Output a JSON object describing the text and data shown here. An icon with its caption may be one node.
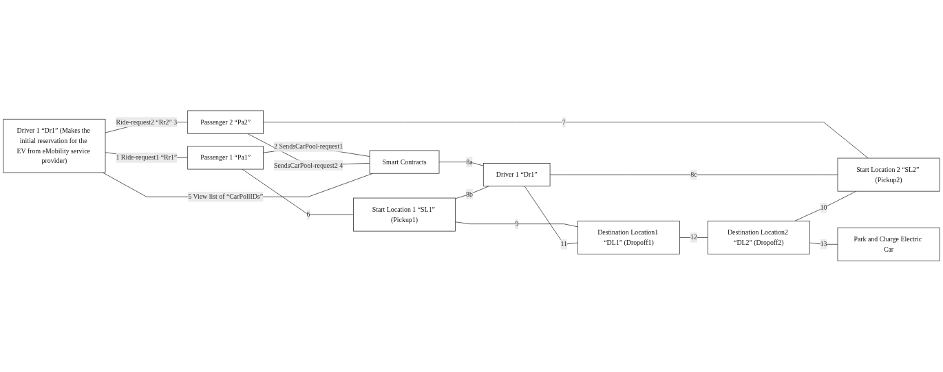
{
  "diagram": {
    "nodes": [
      {
        "text": [
          "Passenger 1 “Pa1”"
        ]
      },
      {
        "text": [
          "Start Location 1 “SL1” (Pickup1)"
        ]
      },
      {
        "text": [
          "Driver 1 “Dr1” (Makes the initial reservation for the EV from eMobility service provider)"
        ]
      },
      {
        "text": [
          "Smart Contracts"
        ]
      },
      {
        "text": [
          "Driver 1 “Dr1”"
        ]
      },
      {
        "text": [
          "Destination Location1 “DL1” (Dropoff1)"
        ]
      },
      {
        "text": [
          "Destination Location2 “DL2” (Dropoff2)"
        ]
      },
      {
        "text": [
          "Park and Charge Electric Car"
        ]
      },
      {
        "text": [
          "Passenger 2 “Pa2”"
        ]
      },
      {
        "text": [
          "Start Location 2 “SL2” (Pickup2)"
        ]
      }
    ],
    "edges": [
      {
        "from": 2,
        "to": 0,
        "arrow": "none",
        "label": "1 Ride-request1 “Rr1”"
      },
      {
        "from": 0,
        "to": 3,
        "arrow": "none",
        "label": "2 SendsCarPool-request1"
      },
      {
        "from": 2,
        "to": 8,
        "arrow": "none",
        "label": "Ride-request2 “Rr2” 3"
      },
      {
        "from": 8,
        "to": 3,
        "arrow": "none",
        "label": "SendsCarPool-request2 4"
      },
      {
        "from": 2,
        "to": 3,
        "arrow": "none",
        "label": "5 View list of “CarPollIDs”"
      },
      {
        "from": 0,
        "to": 1,
        "arrow": "none",
        "label": "6"
      },
      {
        "from": 8,
        "to": 9,
        "arrow": "none",
        "label": "7"
      },
      {
        "from": 3,
        "to": 4,
        "arrow": "none",
        "label": "8a"
      },
      {
        "from": 1,
        "to": 4,
        "arrow": "none",
        "label": "8b"
      },
      {
        "from": 4,
        "to": 9,
        "arrow": "none",
        "label": "8c"
      },
      {
        "from": 1,
        "to": 5,
        "arrow": "none",
        "label": "9"
      },
      {
        "from": 6,
        "to": 9,
        "arrow": "none",
        "label": "10"
      },
      {
        "from": 4,
        "to": 5,
        "arrow": "none",
        "label": "11"
      },
      {
        "from": 5,
        "to": 6,
        "arrow": "none",
        "label": "12"
      },
      {
        "from": 6,
        "to": 7,
        "arrow": "none",
        "label": "13"
      }
    ]
  }
}
